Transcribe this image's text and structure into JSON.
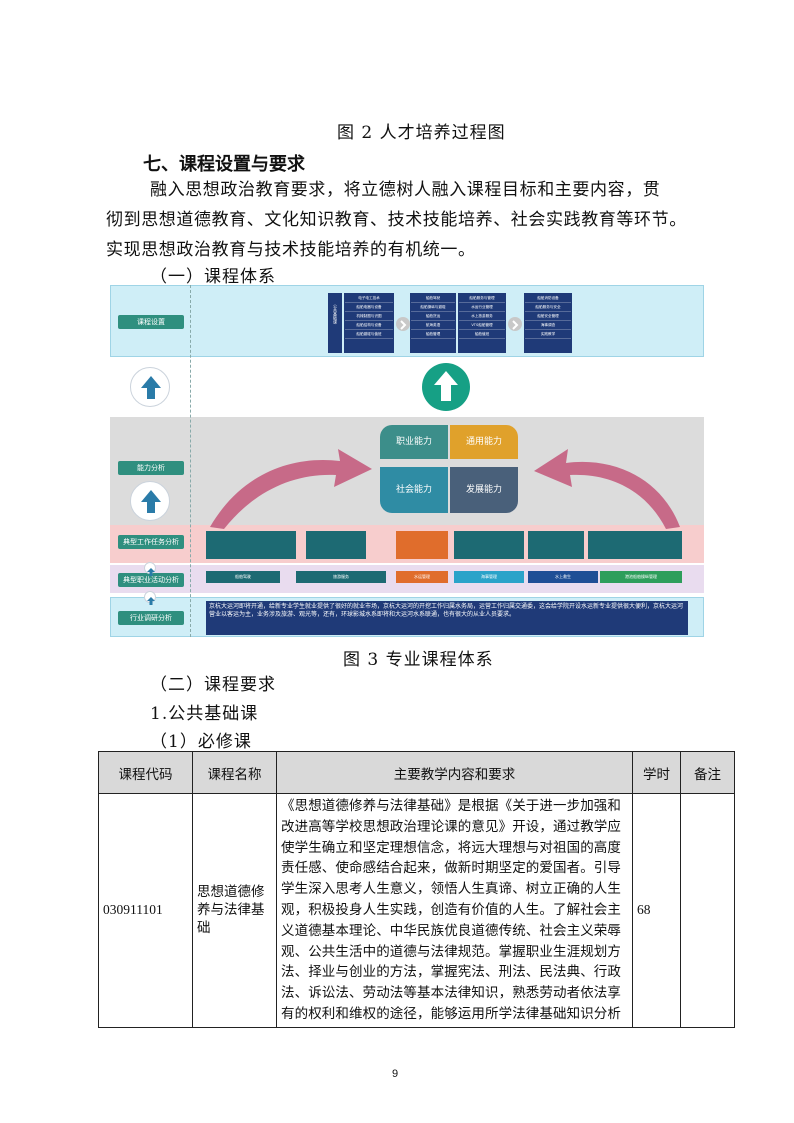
{
  "figure2_caption": "图 2 人才培养过程图",
  "section_heading": "七、课程设置与要求",
  "intro_lines": [
    "融入思想政治教育要求，将立德树人融入课程目标和主要内容，贯",
    "彻到思想道德教育、文化知识教育、技术技能培养、社会实践教育等环节。",
    "实现思想政治教育与技术技能培养的有机统一。"
  ],
  "sub1_heading": "（一）课程体系",
  "diagram": {
    "row_labels": {
      "course_setup": "课程设置",
      "ability": "能力分析",
      "tasks": "典型工作任务分析",
      "activities": "典型职业活动分析",
      "industry": "行业调研分析"
    },
    "course_groups": [
      {
        "label": "公共基础课",
        "items": []
      },
      {
        "label": "",
        "items": [
          "电子电工技术",
          "船舶电器与设备",
          "机械制图与识图",
          "船舶结构与设备",
          "船舶避碰与值班"
        ]
      },
      {
        "label": "",
        "items": [
          "船舶驾驶",
          "船舶操纵与避碰",
          "船舶货运",
          "航海英语",
          "船舶管理"
        ]
      },
      {
        "label": "",
        "items": [
          "船舶服务与管理",
          "水运行业管理",
          "水上旅游服务",
          "VTS船舶管理",
          "船舶值班"
        ]
      },
      {
        "label": "",
        "items": [
          "船舶消防设备",
          "船舶服务与安全",
          "船舶安全管理",
          "海事调查",
          "实践教学"
        ]
      }
    ],
    "abilities": {
      "professional": "职业能力",
      "general": "通用能力",
      "social": "社会能力",
      "development": "发展能力"
    },
    "activities": [
      "船舶驾驶",
      "旅游服务",
      "水运管理",
      "海事管理",
      "水上救生",
      "港池船舶操纵管理"
    ],
    "industry_text": "京杭大运河即将开通，给新专业学生就业提供了很好的就业市场，京杭大运河的开挖工作归属水务局，运营工作归属交通委，这会给学院开设水运新专业提供很大便利，京杭大运河营业以客运为主，业务涉及旅游、观光等，还有，环球影城水系即将和大运河水系联通，也有很大的从业人员要求。",
    "colors": {
      "course_band": "#cfeef7",
      "ability_band": "#d9d9d9",
      "task_band": "#f7c9c9",
      "activity_band": "#e7d8ee",
      "industry_band": "#cfeef7",
      "label_green": "#2f8f7f",
      "navy": "#1f3a78",
      "quad_professional": "#3c8e8a",
      "quad_general": "#e0a12b",
      "quad_social": "#2f8ca4",
      "quad_development": "#49607a",
      "arrow_pink": "#c76a88",
      "arrow_green": "#16a085",
      "arrow_blue": "#2a7ba8"
    }
  },
  "figure3_caption": "图 3 专业课程体系",
  "sub2_heading": "（二）课程要求",
  "sub3_heading": "1.公共基础课",
  "sub4_heading": "（1）必修课",
  "table": {
    "headers": [
      "课程代码",
      "课程名称",
      "主要教学内容和要求",
      "学时",
      "备注"
    ],
    "rows": [
      {
        "code": "030911101",
        "name": "思想道德修养与法律基础",
        "content_lines": [
          "《思想道德修养与法律基础》是根据《关于进一步加强和",
          "改进高等学校思想政治理论课的意见》开设，通过教学应",
          "使学生确立和坚定理想信念，将远大理想与对祖国的高度",
          "责任感、使命感结合起来，做新时期坚定的爱国者。引导",
          "学生深入思考人生意义，领悟人生真谛、树立正确的人生",
          "观，积极投身人生实践，创造有价值的人生。了解社会主",
          "义道德基本理论、中华民族优良道德传统、社会主义荣辱",
          "观、公共生活中的道德与法律规范。掌握职业生涯规划方",
          "法、择业与创业的方法，掌握宪法、刑法、民法典、行政",
          "法、诉讼法、劳动法等基本法律知识，熟悉劳动者依法享",
          "有的权利和维权的途径，能够运用所学法律基础知识分析"
        ],
        "hours": "68",
        "note": ""
      }
    ]
  },
  "page_number": "9"
}
